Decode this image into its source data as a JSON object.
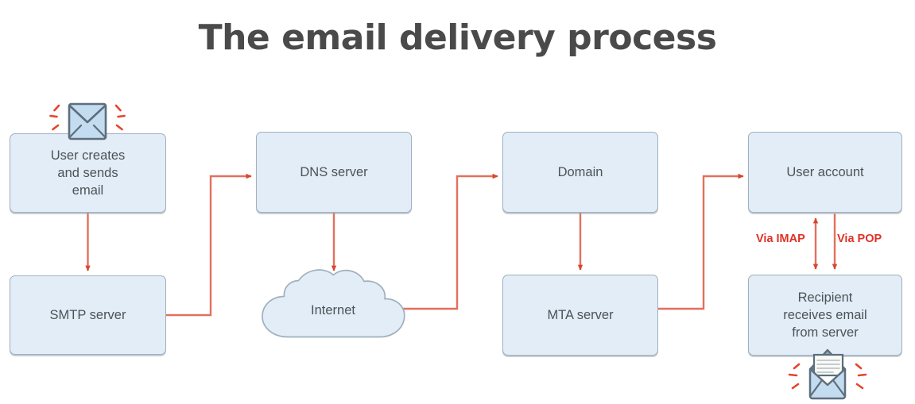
{
  "title": "The email delivery process",
  "colors": {
    "node_fill": "#e2edf7",
    "node_stroke": "#9fb0bd",
    "connector": "#e2705c",
    "arrowhead": "#d9452f",
    "label_text": "#4e5256",
    "title_text": "#4a4a4a",
    "protocol_text": "#e03226",
    "envelope_fill": "#c3dcf0",
    "envelope_stroke": "#5d6e7d",
    "spark": "#e8432c",
    "letter_fill": "#fbfaf3"
  },
  "nodes": [
    {
      "id": "user-creates",
      "label": "User creates\nand sends\nemail",
      "shape": "rounded-rect"
    },
    {
      "id": "smtp",
      "label": "SMTP server",
      "shape": "rounded-rect"
    },
    {
      "id": "dns",
      "label": "DNS server",
      "shape": "rounded-rect"
    },
    {
      "id": "internet",
      "label": "Internet",
      "shape": "cloud"
    },
    {
      "id": "domain",
      "label": "Domain",
      "shape": "rounded-rect"
    },
    {
      "id": "mta",
      "label": "MTA server",
      "shape": "rounded-rect"
    },
    {
      "id": "user-account",
      "label": "User account",
      "shape": "rounded-rect"
    },
    {
      "id": "recipient",
      "label": "Recipient\nreceives email\nfrom server",
      "shape": "rounded-rect"
    }
  ],
  "connector_labels": {
    "imap": "Via IMAP",
    "pop": "Via POP"
  },
  "icons": {
    "envelope_sending": "envelope-closed-icon",
    "envelope_received": "envelope-open-icon"
  },
  "flow": [
    {
      "from": "user-creates",
      "to": "smtp",
      "direction": "down",
      "arrow": "single"
    },
    {
      "from": "smtp",
      "to": "dns",
      "direction": "right",
      "arrow": "single"
    },
    {
      "from": "dns",
      "to": "internet",
      "direction": "down",
      "arrow": "single"
    },
    {
      "from": "internet",
      "to": "domain",
      "direction": "right",
      "arrow": "single"
    },
    {
      "from": "domain",
      "to": "mta",
      "direction": "down",
      "arrow": "single"
    },
    {
      "from": "mta",
      "to": "user-account",
      "direction": "right",
      "arrow": "single"
    },
    {
      "from": "user-account",
      "to": "recipient",
      "direction": "down",
      "arrow": "double",
      "label": "Via IMAP"
    },
    {
      "from": "user-account",
      "to": "recipient",
      "direction": "down",
      "arrow": "single",
      "label": "Via POP"
    }
  ]
}
